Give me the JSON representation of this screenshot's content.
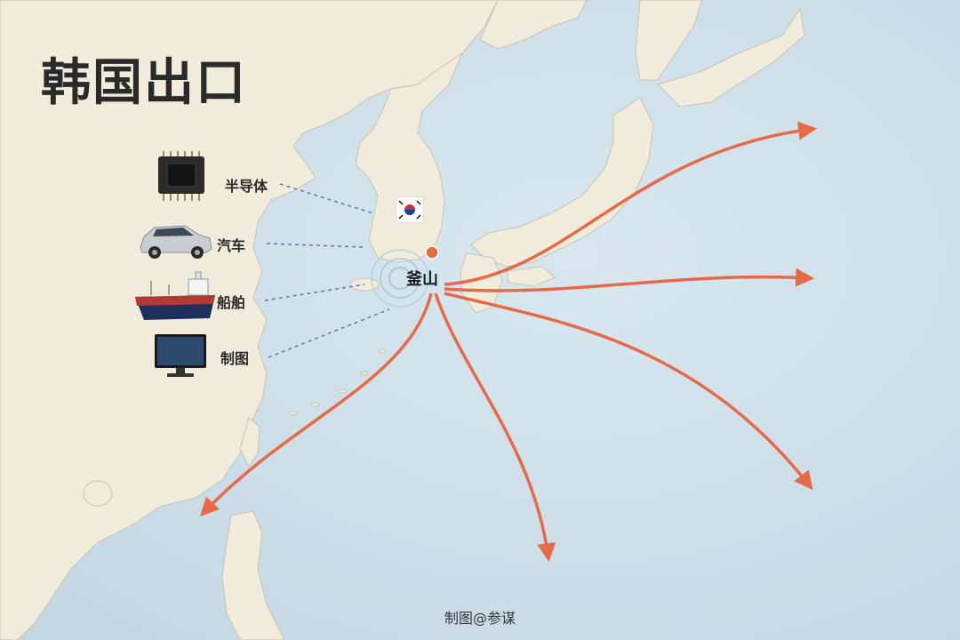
{
  "title": "韩国出口",
  "port": {
    "name": "釜山"
  },
  "products": [
    {
      "label": "半导体",
      "icon": "chip-icon"
    },
    {
      "label": "汽车",
      "icon": "car-icon"
    },
    {
      "label": "船舶",
      "icon": "ship-icon"
    },
    {
      "label": "制图",
      "icon": "monitor-icon"
    }
  ],
  "credit": "制图@参谋",
  "colors": {
    "sea": "#cfe0ea",
    "land": "#f1ebdc",
    "route": "#e56a45",
    "dashed_link": "#4f7fb0"
  },
  "route_count": 5
}
